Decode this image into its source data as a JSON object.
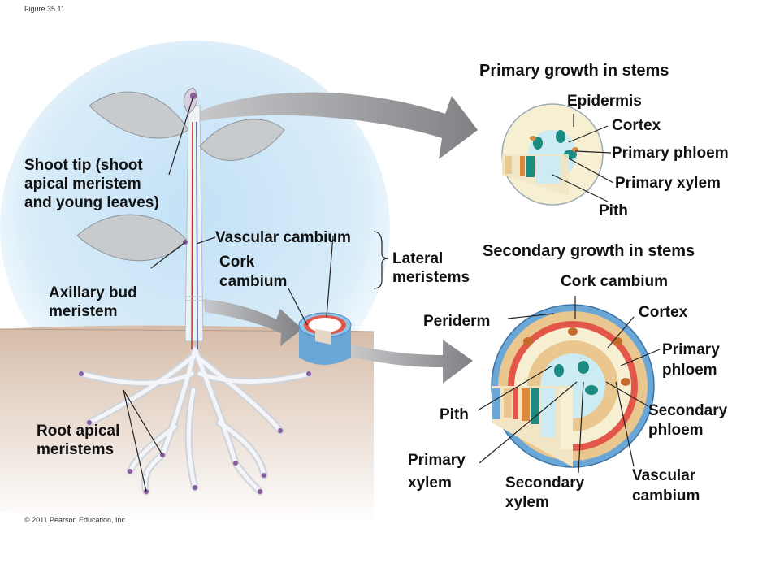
{
  "figure_label": "Figure 35.11",
  "copyright": "© 2011 Pearson Education, Inc.",
  "plant": {
    "shoot_tip": [
      "Shoot tip (shoot",
      "apical meristem",
      "and young leaves)"
    ],
    "axillary_bud": [
      "Axillary bud",
      "meristem"
    ],
    "root_apical": [
      "Root apical",
      "meristems"
    ],
    "vascular_cambium": "Vascular cambium",
    "cork_cambium": [
      "Cork",
      "cambium"
    ],
    "lateral_meristems": [
      "Lateral",
      "meristems"
    ]
  },
  "primary_stem": {
    "title": "Primary growth in stems",
    "epidermis": "Epidermis",
    "cortex": "Cortex",
    "primary_phloem": "Primary phloem",
    "primary_xylem": "Primary xylem",
    "pith": "Pith"
  },
  "secondary_stem": {
    "title": "Secondary growth in stems",
    "cork_cambium": "Cork cambium",
    "periderm": "Periderm",
    "cortex": "Cortex",
    "primary_phloem": [
      "Primary",
      "phloem"
    ],
    "secondary_phloem": [
      "Secondary",
      "phloem"
    ],
    "pith": "Pith",
    "primary_xylem": [
      "Primary",
      "xylem"
    ],
    "secondary_xylem": [
      "Secondary",
      "xylem"
    ],
    "vascular_cambium": [
      "Vascular",
      "cambium"
    ]
  },
  "colors": {
    "sky": "#cfe6f7",
    "soil": "#d9c1ad",
    "leaf": "#c9ccce",
    "arrow": "#8a8c8f",
    "cortex": "#f6efd2",
    "phloem": "#d98a3d",
    "xylem": "#1b8a80",
    "pith_blue": "#cdebf2",
    "cork_red": "#e2574a",
    "bark_blue": "#6aa6d6"
  }
}
